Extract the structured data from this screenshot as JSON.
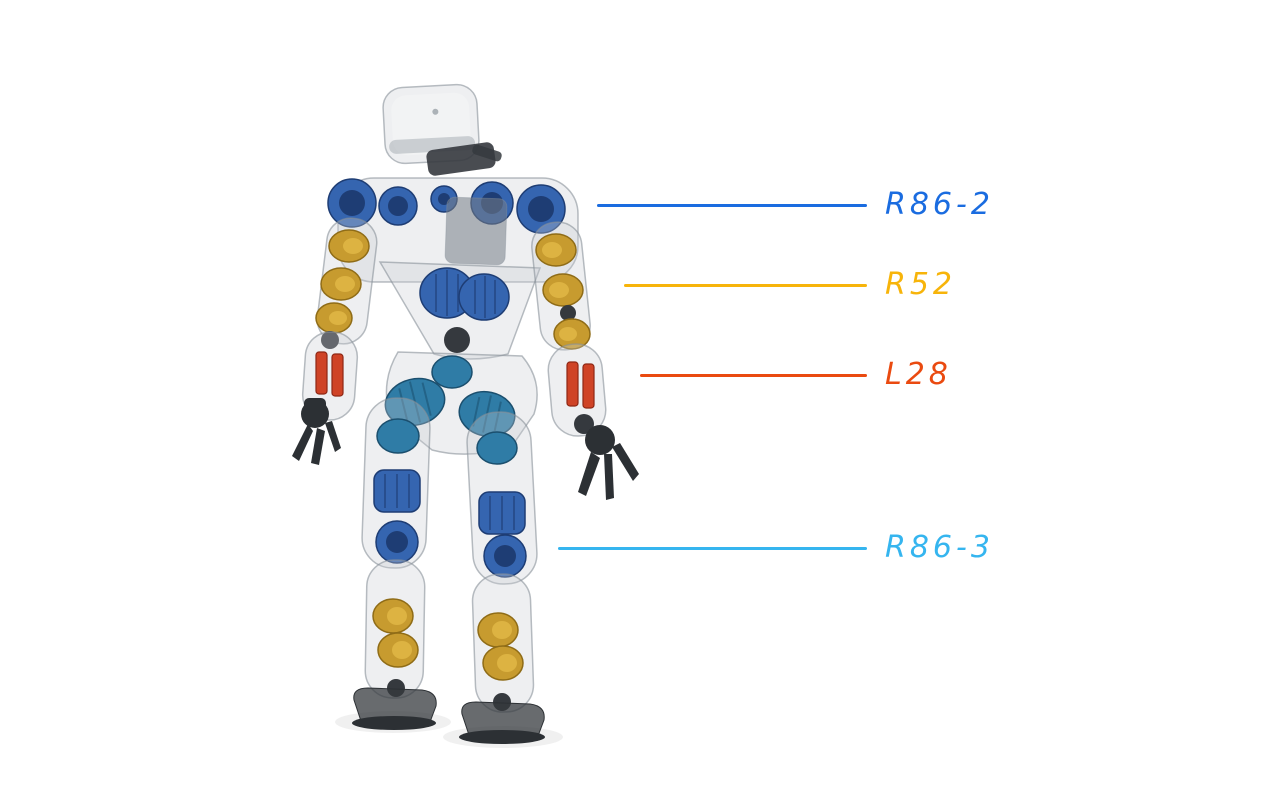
{
  "figure": {
    "description": "Translucent humanoid robot, rear three-quarter view, with internal joint actuators exposed in color"
  },
  "palette": {
    "shell-fill": "#c9ced4",
    "shell-stroke": "#88919a",
    "panel": "#767e86",
    "act-blue": "#3565b0",
    "act-blue-dark": "#1e3d74",
    "act-teal": "#2f7ca6",
    "act-teal-dark": "#1b4f6e",
    "act-gold": "#c79b2f",
    "act-gold-dark": "#8f6c17",
    "act-gold-face": "#ddb342",
    "act-red": "#cf4326",
    "act-red-dark": "#8f2714",
    "dark": "#35393e",
    "dark2": "#2c3034"
  },
  "callouts": [
    {
      "label": "R86-2",
      "color": "#1a6ce0"
    },
    {
      "label": "R52",
      "color": "#f7b40a"
    },
    {
      "label": "L28",
      "color": "#ea4a10"
    },
    {
      "label": "R86-3",
      "color": "#35b5ef"
    }
  ]
}
